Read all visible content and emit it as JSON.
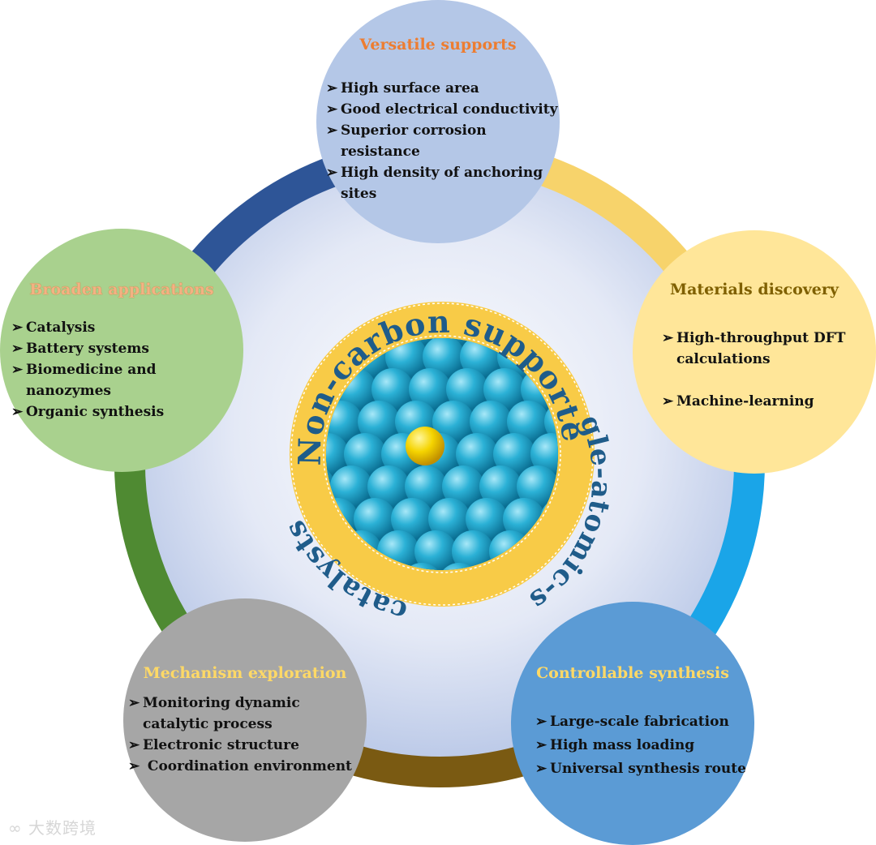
{
  "center": {
    "title_arc_top": "Non-carbon   supported",
    "title_arc_right": "single-atomic-site",
    "title_arc_bottom": "catalysts"
  },
  "nodes": {
    "versatile": {
      "title": "Versatile supports",
      "items": [
        "High surface area",
        "Good electrical conductivity",
        "Superior corrosion resistance",
        "High density of anchoring sites"
      ]
    },
    "materials": {
      "title": "Materials discovery",
      "items": [
        "High-throughput DFT calculations",
        "Machine-learning"
      ]
    },
    "controllable": {
      "title": "Controllable synthesis",
      "items": [
        "Large-scale fabrication",
        "High mass loading",
        "Universal synthesis route"
      ]
    },
    "mechanism": {
      "title": "Mechanism exploration",
      "items": [
        "Monitoring dynamic catalytic process",
        "Electronic structure",
        " Coordination environment"
      ]
    },
    "broaden": {
      "title": "Broaden applications",
      "items": [
        "Catalysis",
        "Battery systems",
        "Biomedicine and nanozymes",
        "Organic synthesis"
      ]
    }
  },
  "bullet_glyph": "➢",
  "watermark": "大数跨境",
  "colors": {
    "ring_segment_1": "#2e5597",
    "ring_segment_2": "#f7d36b",
    "ring_segment_3": "#1aa5e8",
    "ring_segment_4": "#7a5a12",
    "ring_segment_5": "#4f8a32",
    "versatile_fill": "#b4c7e7",
    "materials_fill": "#ffe699",
    "controllable_fill": "#5b9bd5",
    "mechanism_fill": "#a6a6a6",
    "broaden_fill": "#a9d18e",
    "title_orange": "#ed7d31",
    "title_gold": "#ffd966",
    "title_dark_gold": "#7f6000",
    "center_band": "#f8cb47",
    "center_text": "#1f5c8a",
    "atom": "#2bb1d6",
    "single_atom": "#f5d400"
  }
}
